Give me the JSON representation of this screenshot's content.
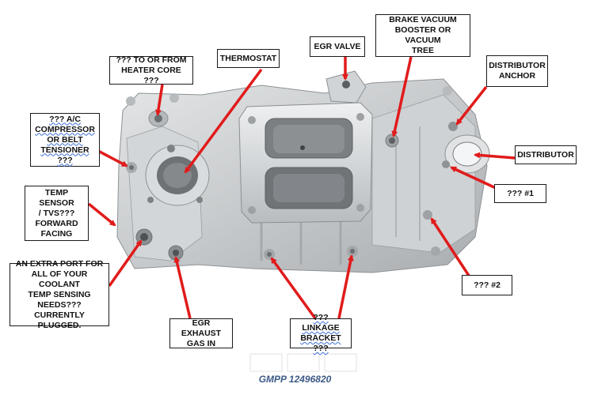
{
  "caption": "GMPP 12496820",
  "labels": {
    "heater": "??? TO OR FROM\nHEATER CORE ???",
    "thermostat": "THERMOSTAT",
    "egr_valve": "EGR VALVE",
    "brake": "BRAKE VACUUM\nBOOSTER OR VACUUM\nTREE",
    "dist_anchor": "DISTRIBUTOR\nANCHOR",
    "ac": "??? A/C\nCOMPRESSOR\nOR BELT\nTENSIONER ???",
    "distributor": "DISTRIBUTOR",
    "temp_sensor": "TEMP SENSOR\n/ TVS???\nFORWARD\nFACING",
    "q1": "??? #1",
    "extra_port": "AN EXTRA PORT FOR\nALL OF YOUR COOLANT\nTEMP SENSING\nNEEDS??? CURRENTLY\nPLUGGED.",
    "q2": "??? #2",
    "egr_exhaust": "EGR EXHAUST\nGAS IN",
    "linkage": "??? LINKAGE\nBRACKET ???"
  },
  "colors": {
    "arrow": "#e11b1b",
    "caption": "#3d5a87",
    "casting": "#c9ccce"
  }
}
